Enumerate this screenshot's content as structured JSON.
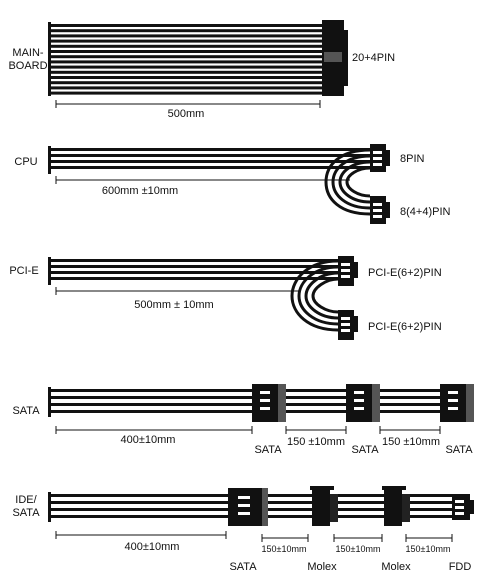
{
  "colors": {
    "cable": "#111111",
    "connector": "#111111",
    "pin": "#555555",
    "pin_light": "#ffffff",
    "background": "#ffffff"
  },
  "cables": [
    {
      "id": "mainboard",
      "label_lines": [
        "MAIN-",
        "BOARD"
      ],
      "wires": 14,
      "length_label": "500mm",
      "connector_labels": [
        "20+4PIN"
      ]
    },
    {
      "id": "cpu",
      "label_lines": [
        "CPU"
      ],
      "wires": 4,
      "length_label": "600mm ±10mm",
      "connector_labels": [
        "8PIN",
        "8(4+4)PIN"
      ]
    },
    {
      "id": "pcie",
      "label_lines": [
        "PCI-E"
      ],
      "wires": 4,
      "length_label": "500mm ± 10mm",
      "connector_labels": [
        "PCI-E(6+2)PIN",
        "PCI-E(6+2)PIN"
      ]
    },
    {
      "id": "sata",
      "label_lines": [
        "SATA"
      ],
      "wires": 4,
      "length_label": "400±10mm",
      "connector_labels": [
        "SATA",
        "SATA",
        "SATA"
      ],
      "segment_labels": [
        "150 ±10mm",
        "150 ±10mm"
      ]
    },
    {
      "id": "ide-sata",
      "label_lines": [
        "IDE/",
        "SATA"
      ],
      "wires": 4,
      "length_label": "400±10mm",
      "connector_labels": [
        "SATA",
        "Molex",
        "Molex",
        "FDD"
      ],
      "segment_labels": [
        "150±10mm",
        "150±10mm",
        "150±10mm"
      ]
    }
  ]
}
